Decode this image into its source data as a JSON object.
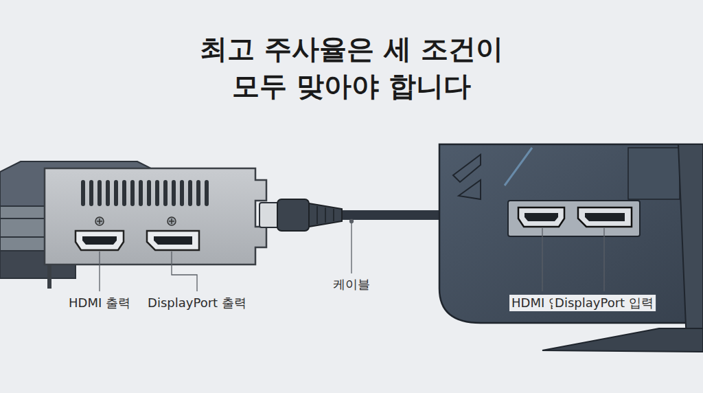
{
  "diagram": {
    "title": "최고 주사율은 세 조건이 모두 맞아야 합니다",
    "labels": [
      "HDMI 출력",
      "DisplayPort 출력",
      "케이블",
      "HDMI 입력",
      "DisplayPort 입력"
    ]
  }
}
